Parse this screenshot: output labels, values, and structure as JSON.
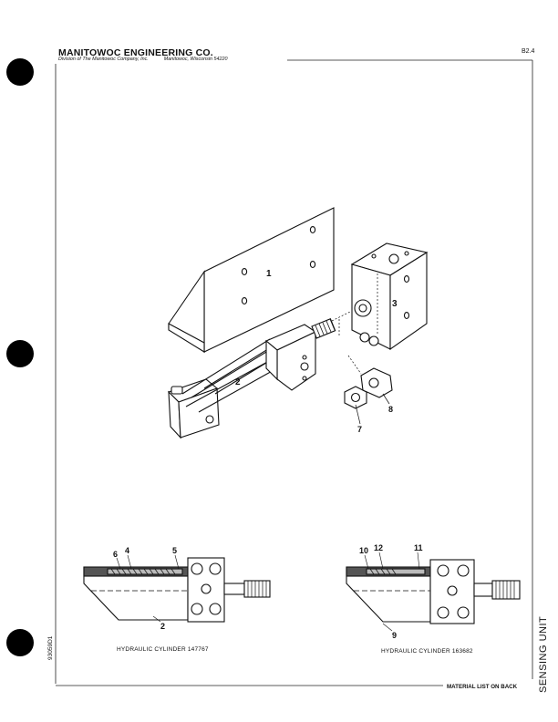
{
  "header": {
    "company": "MANITOWOC ENGINEERING CO.",
    "division": "Division of The Manitowoc Company, Inc.",
    "location": "Manitowoc, Wisconsin 54220",
    "page_number": "B2.4"
  },
  "doc_id": "93059D1",
  "captions": {
    "left": "HYDRAULIC CYLINDER 147767",
    "right": "HYDRAULIC CYLINDER 163682"
  },
  "footer": "MATERIAL LIST ON BACK",
  "side_label": "SENSING UNIT",
  "callouts": {
    "c1": "1",
    "c2": "2",
    "c3": "3",
    "c7": "7",
    "c8": "8",
    "d4": "4",
    "d5": "5",
    "d6": "6",
    "d2": "2",
    "e10": "10",
    "e12": "12",
    "e11": "11",
    "e9": "9"
  }
}
